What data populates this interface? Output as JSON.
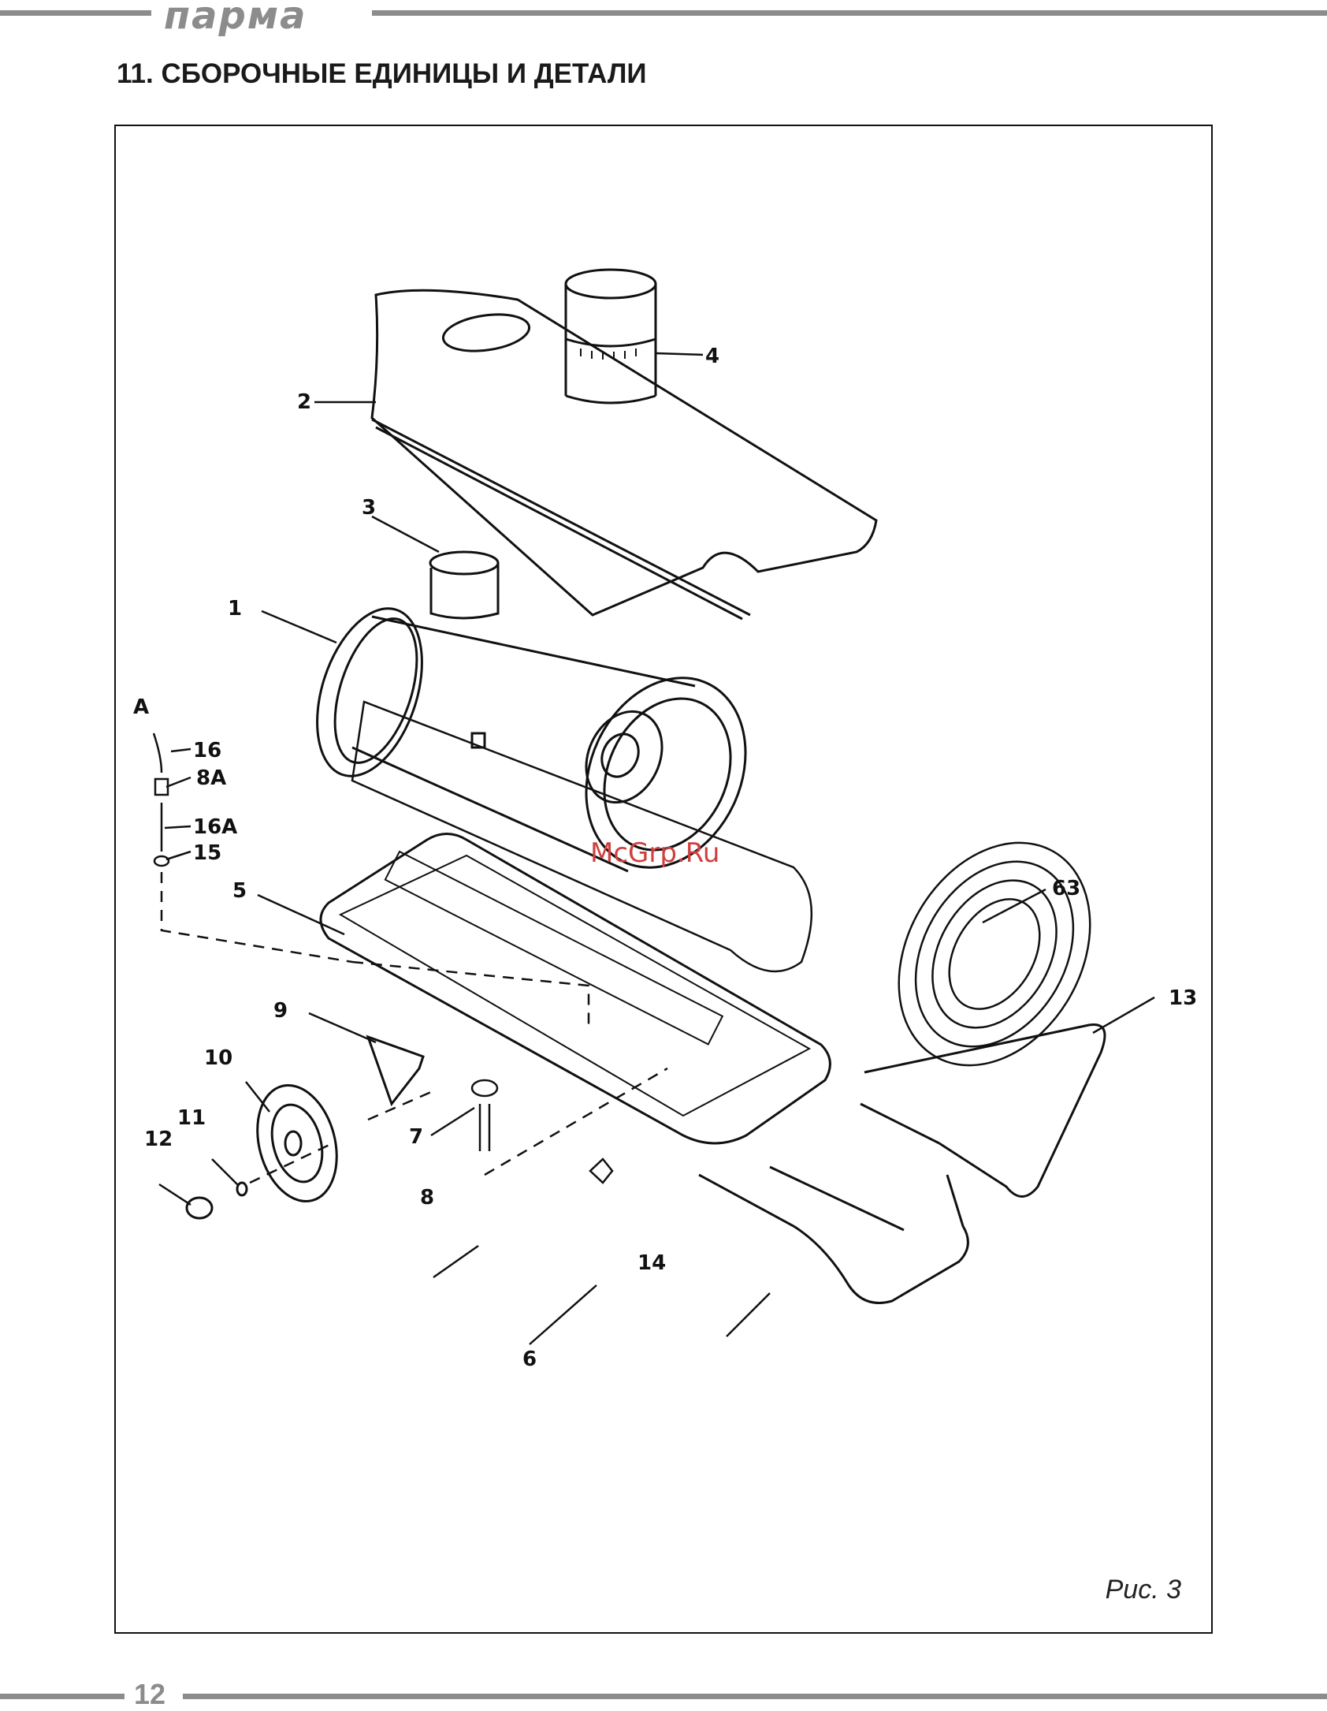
{
  "header": {
    "brand": "парма"
  },
  "section": {
    "title": "11. СБОРОЧНЫЕ ЕДИНИЦЫ И ДЕТАЛИ"
  },
  "figure": {
    "caption": "Рис. 3",
    "watermark": "McGrp.Ru",
    "view_label": "A",
    "callouts": [
      "1",
      "2",
      "3",
      "4",
      "5",
      "6",
      "7",
      "8",
      "9",
      "10",
      "11",
      "12",
      "13",
      "14",
      "15",
      "16",
      "8A",
      "16A",
      "63"
    ]
  },
  "footer": {
    "page_number": "12"
  },
  "colors": {
    "rule": "#8c8c8c",
    "ink": "#111111",
    "watermark": "#d04040"
  }
}
